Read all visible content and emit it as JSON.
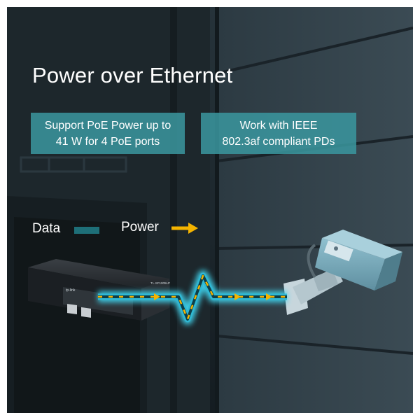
{
  "headline": "Power over Ethernet",
  "features": [
    {
      "line1": "Support PoE Power up to",
      "line2": "41 W for 4 PoE ports"
    },
    {
      "line1": "Work with IEEE",
      "line2": "802.3af compliant PDs"
    }
  ],
  "legend": {
    "data_label": "Data",
    "power_label": "Power",
    "data_color": "#1e6f78",
    "power_color": "#f5b400"
  },
  "cable_glow_color": "#3fd6f0",
  "switch": {
    "brand_text": "tp-link",
    "model_text": "TL-SF1005LP"
  },
  "icons": [
    "power-arrow-icon",
    "camera-icon",
    "switch-icon",
    "lightning-cable-icon"
  ]
}
